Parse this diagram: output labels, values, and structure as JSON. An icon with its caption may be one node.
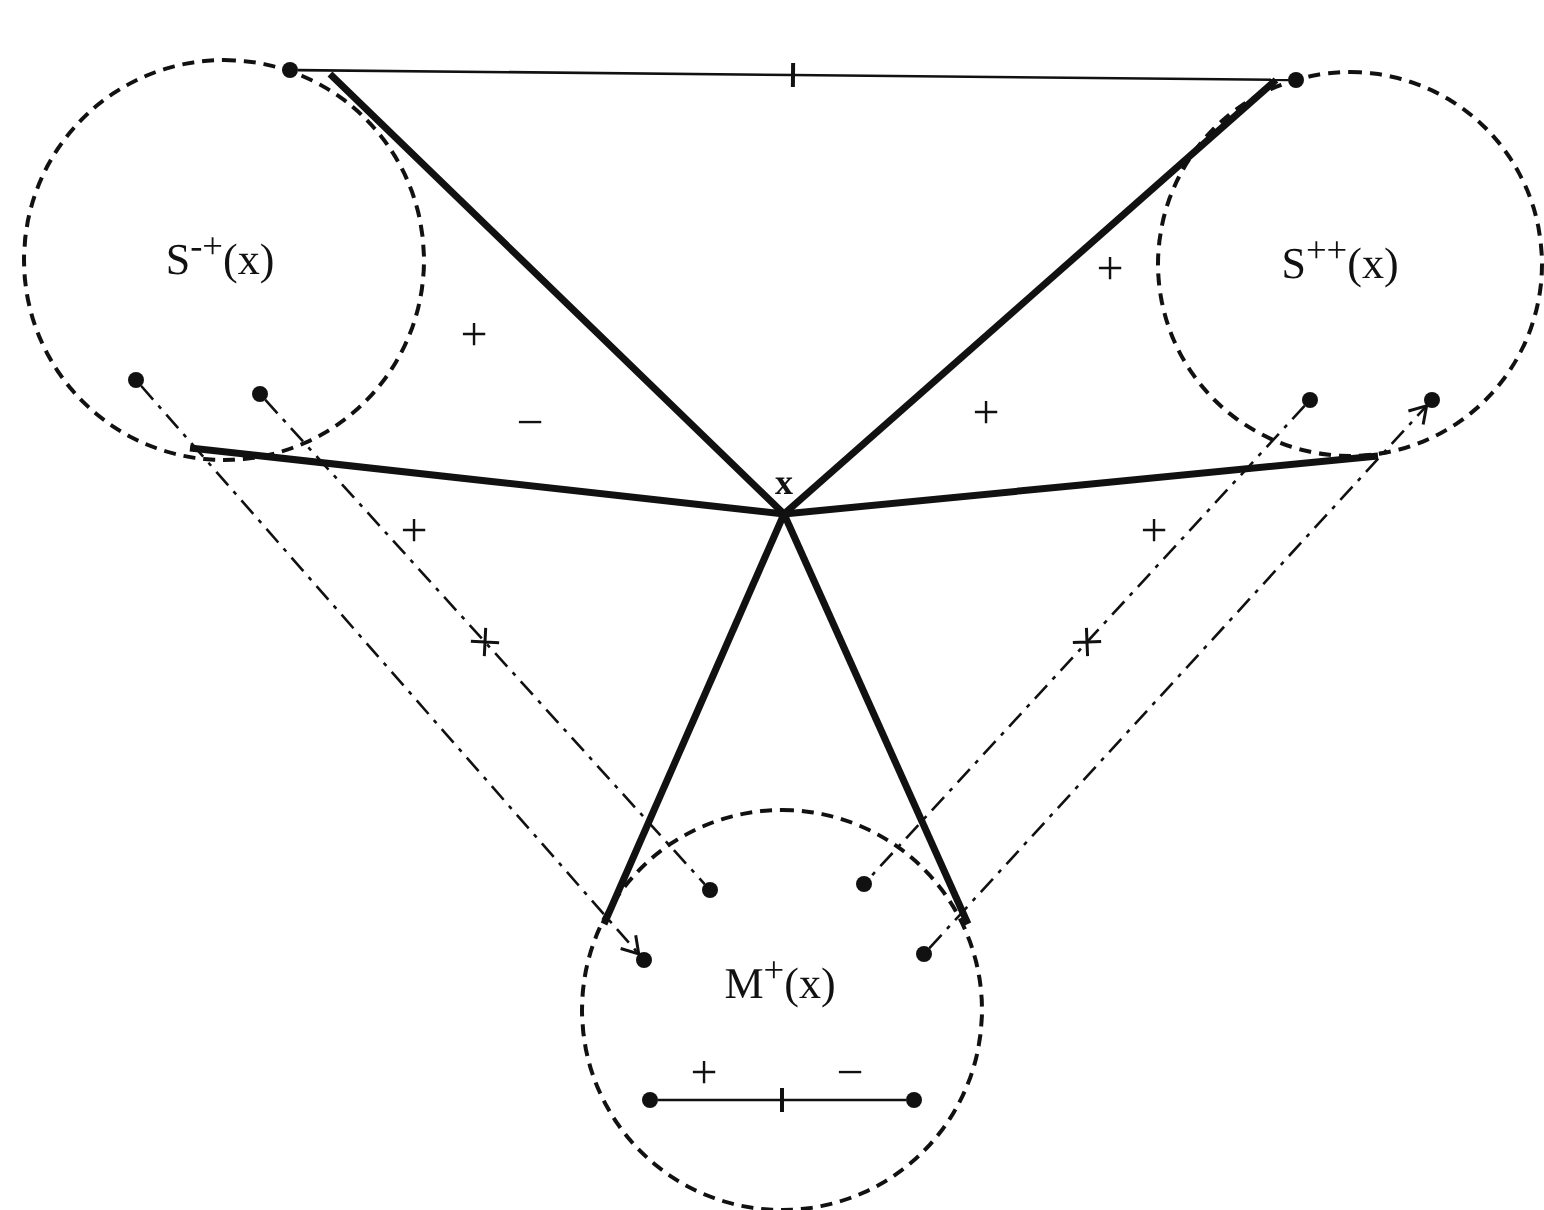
{
  "diagram": {
    "nodes": [
      {
        "text": [
          "S$^{-+}$(x)"
        ]
      },
      {
        "text": [
          "S$^{++}$(x)"
        ]
      },
      {
        "text": [
          "M$^{+}$(x)"
        ]
      },
      {
        "text": [
          "x"
        ]
      },
      {
        "text": [],
        "shape": "circle",
        "in": 0
      },
      {
        "text": [],
        "shape": "circle",
        "in": 0
      },
      {
        "text": [],
        "shape": "circle",
        "in": 0
      },
      {
        "text": [],
        "shape": "circle",
        "in": 1
      },
      {
        "text": [],
        "shape": "circle",
        "in": 1
      },
      {
        "text": [],
        "shape": "circle",
        "in": 1
      },
      {
        "text": [],
        "shape": "circle",
        "in": 2
      },
      {
        "text": [],
        "shape": "circle",
        "in": 2
      },
      {
        "text": [],
        "shape": "circle",
        "in": 2
      },
      {
        "text": [],
        "shape": "circle",
        "in": 2
      },
      {
        "text": [],
        "shape": "circle",
        "in": 2
      },
      {
        "text": [],
        "shape": "circle",
        "in": 2
      }
    ],
    "edges": [
      {
        "from": 3,
        "to": 0,
        "arrow": "none",
        "style": "thick"
      },
      {
        "from": 3,
        "to": 0,
        "arrow": "none",
        "style": "thick"
      },
      {
        "from": 3,
        "to": 1,
        "arrow": "none",
        "style": "thick"
      },
      {
        "from": 3,
        "to": 1,
        "arrow": "none",
        "style": "thick"
      },
      {
        "from": 3,
        "to": 2,
        "arrow": "none",
        "style": "thick"
      },
      {
        "from": 3,
        "to": 2,
        "arrow": "none",
        "style": "thick"
      },
      {
        "from": 4,
        "to": 7,
        "arrow": "none"
      },
      {
        "from": 5,
        "to": 12,
        "arrow": "to",
        "style": "dashed"
      },
      {
        "from": 6,
        "to": 10,
        "arrow": "none",
        "style": "dashed"
      },
      {
        "from": 8,
        "to": 11,
        "arrow": "none",
        "style": "dashed"
      },
      {
        "from": 13,
        "to": 9,
        "arrow": "to",
        "style": "dashed"
      },
      {
        "from": 14,
        "to": 15,
        "arrow": "none"
      }
    ],
    "labels": [
      "+",
      "+",
      "+",
      "−",
      "+",
      "+",
      "+",
      "−"
    ]
  }
}
